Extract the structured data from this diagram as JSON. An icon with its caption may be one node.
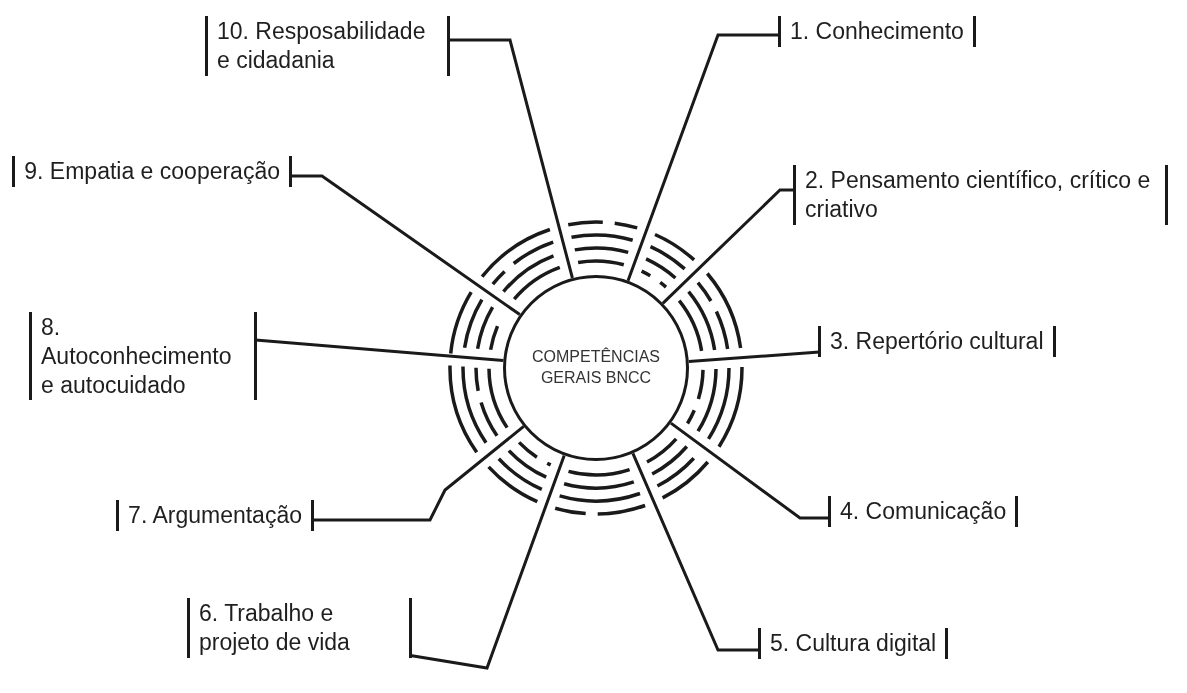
{
  "diagram": {
    "nodes": [
      {
        "text": [
          "COMPETÊNCIAS GERAIS BNCC"
        ]
      },
      {
        "text": [
          "1. Conhecimento"
        ]
      },
      {
        "text": [
          "2. Pensamento científico, crítico e criativo"
        ]
      },
      {
        "text": [
          "3. Repertório cultural"
        ]
      },
      {
        "text": [
          "4. Comunicação"
        ]
      },
      {
        "text": [
          "5. Cultura digital"
        ]
      },
      {
        "text": [
          "6. Trabalho e projeto de vida"
        ]
      },
      {
        "text": [
          "7. Argumentação"
        ]
      },
      {
        "text": [
          "8. Autoconhecimento e autocuidado"
        ]
      },
      {
        "text": [
          "9. Empatia e cooperação"
        ]
      },
      {
        "text": [
          "10. Resposabilidade e cidadania"
        ]
      }
    ],
    "edges": [
      {
        "from": 0,
        "to": 1,
        "arrow": "none"
      },
      {
        "from": 0,
        "to": 2,
        "arrow": "none"
      },
      {
        "from": 0,
        "to": 3,
        "arrow": "none"
      },
      {
        "from": 0,
        "to": 4,
        "arrow": "none"
      },
      {
        "from": 0,
        "to": 5,
        "arrow": "none"
      },
      {
        "from": 0,
        "to": 6,
        "arrow": "none"
      },
      {
        "from": 0,
        "to": 7,
        "arrow": "none"
      },
      {
        "from": 0,
        "to": 8,
        "arrow": "none"
      },
      {
        "from": 0,
        "to": 9,
        "arrow": "none"
      },
      {
        "from": 0,
        "to": 10,
        "arrow": "none"
      }
    ]
  }
}
